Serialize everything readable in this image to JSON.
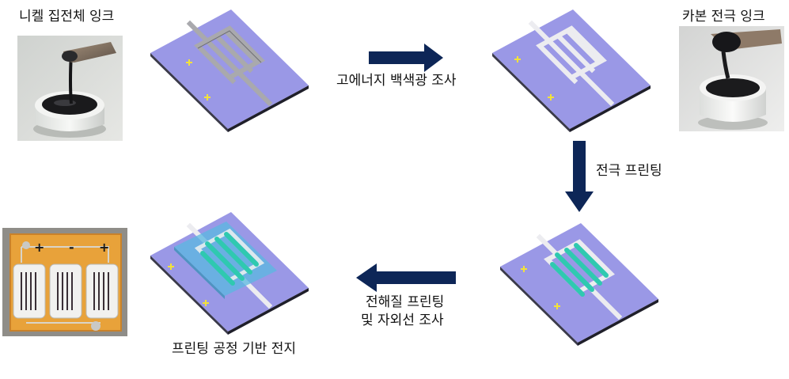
{
  "labels": {
    "nickel_ink": "니켈 집전체 잉크",
    "carbon_ink": "카본 전극 잉크",
    "high_energy_light": "고에너지 백색광 조사",
    "electrode_printing": "전극 프린팅",
    "electrolyte_line1": "전해질 프린팅",
    "electrolyte_line2": "및 자외선 조사",
    "final_battery": "프린팅 공정 기반 전지"
  },
  "colors": {
    "substrate": "#9a98e6",
    "arrow": "#0d2657",
    "electrode": "#2fc9b0",
    "electrolyte": "#5ab8e0",
    "kapton": "#e8a23a"
  },
  "icons": {
    "plus_marker": "plus-icon"
  }
}
